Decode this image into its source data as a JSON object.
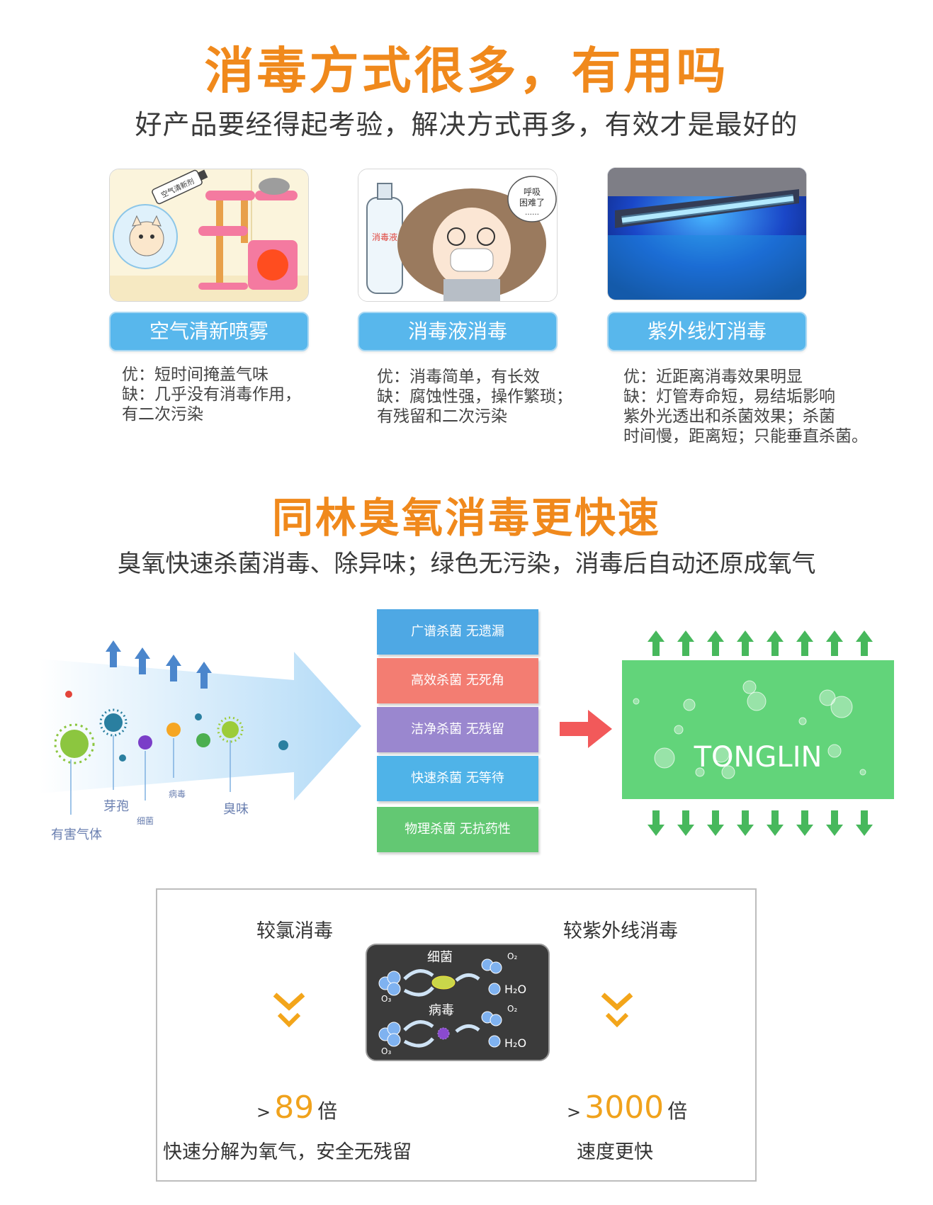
{
  "header": {
    "title": "消毒方式很多，有用吗",
    "subtitle": "好产品要经得起考验，解决方式再多，有效才是最好的"
  },
  "methods": [
    {
      "button": "空气清新喷雾",
      "pros": "优：短时间掩盖气味",
      "cons_line1": "缺：几乎没有消毒作用，",
      "cons_line2": "有二次污染",
      "cons_line3": ""
    },
    {
      "button": "消毒液消毒",
      "pros": "优：消毒简单，有长效",
      "cons_line1": "缺：腐蚀性强，操作繁琐；",
      "cons_line2": "有残留和二次污染",
      "cons_line3": ""
    },
    {
      "button": "紫外线灯消毒",
      "pros": "优：近距离消毒效果明显",
      "cons_line1": "缺：灯管寿命短，易结垢影响",
      "cons_line2": "紫外光透出和杀菌效果；杀菌",
      "cons_line3": "时间慢，距离短；只能垂直杀菌。"
    }
  ],
  "illustration_text": {
    "spray_bottle": "空气清新剂",
    "bottle_label": "消毒液",
    "speech_bubble_line1": "呼吸",
    "speech_bubble_line2": "困难了",
    "speech_bubble_line3": "……"
  },
  "ozone": {
    "title": "同林臭氧消毒更快速",
    "subtitle": "臭氧快速杀菌消毒、除异味；绿色无污染，消毒后自动还原成氧气"
  },
  "germ_labels": {
    "gas": "有害气体",
    "spore": "芽孢",
    "bacteria": "细菌",
    "virus": "病毒",
    "odor": "臭味"
  },
  "features": [
    {
      "label": "广谱杀菌 无遗漏",
      "color": "#4ea8e4"
    },
    {
      "label": "高效杀菌 无死角",
      "color": "#f37d72"
    },
    {
      "label": "洁净杀菌 无残留",
      "color": "#9a87cf"
    },
    {
      "label": "快速杀菌 无等待",
      "color": "#4fb3e8"
    },
    {
      "label": "物理杀菌 无抗药性",
      "color": "#63c873"
    }
  ],
  "result_box": {
    "brand": "TONGLIN",
    "color": "#62d47a"
  },
  "comparison": {
    "left_title": "较氯消毒",
    "right_title": "较紫外线消毒",
    "left_gt": ">",
    "left_value": "89",
    "left_unit": "倍",
    "right_gt": ">",
    "right_value": "3000",
    "right_unit": "倍",
    "left_desc": "快速分解为氧气，安全无残留",
    "right_desc": "速度更快",
    "diagram": {
      "bacteria": "细菌",
      "virus": "病毒",
      "o3": "O₃",
      "o2": "O₂",
      "h2o": "H₂O"
    }
  }
}
